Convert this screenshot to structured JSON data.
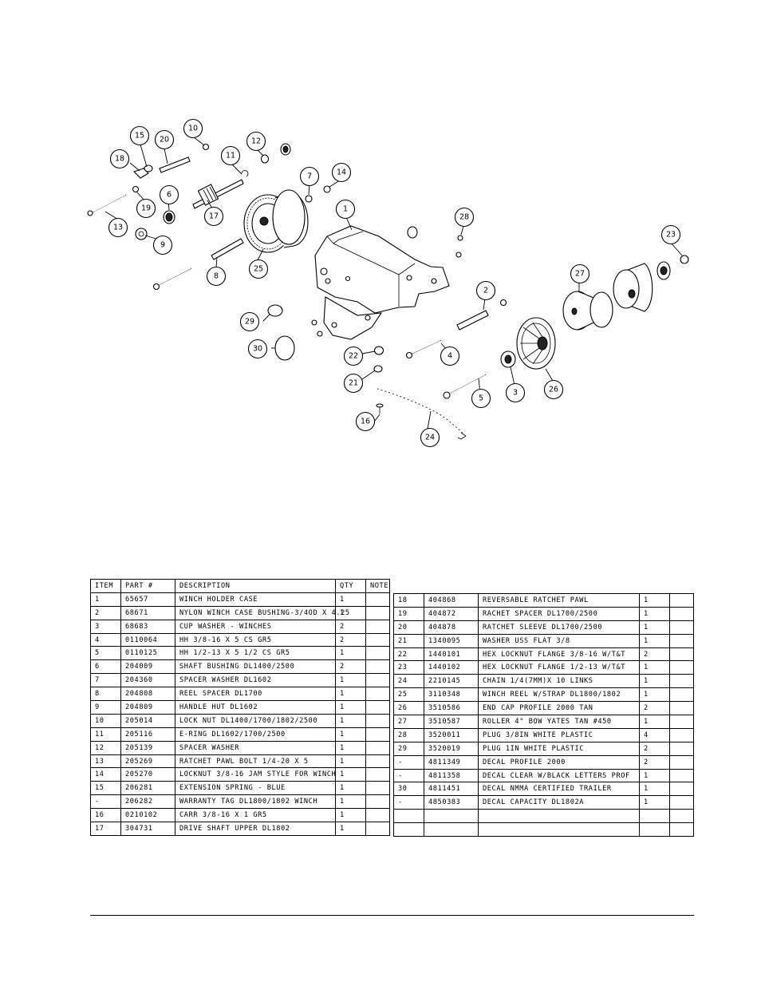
{
  "callouts": [
    "1",
    "2",
    "3",
    "4",
    "5",
    "6",
    "7",
    "8",
    "9",
    "10",
    "11",
    "12",
    "13",
    "14",
    "15",
    "16",
    "17",
    "18",
    "19",
    "20",
    "21",
    "22",
    "23",
    "24",
    "25",
    "26",
    "27",
    "28",
    "29",
    "30"
  ],
  "table_left": {
    "headers": [
      "ITEM",
      "PART #",
      "DESCRIPTION",
      "QTY",
      "NOTE"
    ],
    "rows": [
      [
        "1",
        "65657",
        "WINCH HOLDER CASE",
        "1",
        ""
      ],
      [
        "2",
        "68671",
        "NYLON WINCH CASE BUSHING-3/4OD X 4.25",
        "1",
        ""
      ],
      [
        "3",
        "68683",
        "CUP WASHER - WINCHES",
        "2",
        ""
      ],
      [
        "4",
        "0110064",
        "HH 3/8-16 X 5 CS GR5",
        "2",
        ""
      ],
      [
        "5",
        "0110125",
        "HH 1/2-13 X 5 1/2 CS GR5",
        "1",
        ""
      ],
      [
        "6",
        "204009",
        "SHAFT BUSHING DL1400/2500",
        "2",
        ""
      ],
      [
        "7",
        "204360",
        "SPACER WASHER DL1602",
        "1",
        ""
      ],
      [
        "8",
        "204808",
        "REEL SPACER DL1700",
        "1",
        ""
      ],
      [
        "9",
        "204809",
        "HANDLE HUT DL1602",
        "1",
        ""
      ],
      [
        "10",
        "205014",
        "LOCK NUT DL1400/1700/1802/2500",
        "1",
        ""
      ],
      [
        "11",
        "205116",
        "E-RING DL1602/1700/2500",
        "1",
        ""
      ],
      [
        "12",
        "205139",
        "SPACER WASHER",
        "1",
        ""
      ],
      [
        "13",
        "205269",
        "RATCHET PAWL BOLT 1/4-20 X 5",
        "1",
        ""
      ],
      [
        "14",
        "205270",
        "LOCKNUT 3/8-16 JAM STYLE FOR WINCH",
        "1",
        ""
      ],
      [
        "15",
        "206281",
        "EXTENSION SPRING - BLUE",
        "1",
        ""
      ],
      [
        "-",
        "206282",
        "WARRANTY TAG DL1800/1802 WINCH",
        "1",
        ""
      ],
      [
        "16",
        "0210102",
        "CARR 3/8-16 X 1 GR5",
        "1",
        ""
      ],
      [
        "17",
        "304731",
        "DRIVE SHAFT UPPER DL1802",
        "1",
        ""
      ]
    ]
  },
  "table_right": {
    "rows": [
      [
        "18",
        "404868",
        "REVERSABLE RATCHET PAWL",
        "1",
        ""
      ],
      [
        "19",
        "404872",
        "RACHET SPACER DL1700/2500",
        "1",
        ""
      ],
      [
        "20",
        "404878",
        "RATCHET SLEEVE DL1700/2500",
        "1",
        ""
      ],
      [
        "21",
        "1340095",
        "WASHER USS FLAT 3/8",
        "1",
        ""
      ],
      [
        "22",
        "1440101",
        "HEX LOCKNUT FLANGE 3/8-16 W/T&T",
        "2",
        ""
      ],
      [
        "23",
        "1440102",
        "HEX LOCKNUT FLANGE 1/2-13 W/T&T",
        "1",
        ""
      ],
      [
        "24",
        "2210145",
        "CHAIN 1/4(7MM)X 10 LINKS",
        "1",
        ""
      ],
      [
        "25",
        "3110348",
        "WINCH REEL W/STRAP DL1800/1802",
        "1",
        ""
      ],
      [
        "26",
        "3510586",
        "END CAP PROFILE 2000 TAN",
        "2",
        ""
      ],
      [
        "27",
        "3510587",
        "ROLLER 4\" BOW YATES TAN #450",
        "1",
        ""
      ],
      [
        "28",
        "3520011",
        "PLUG 3/8IN WHITE PLASTIC",
        "4",
        ""
      ],
      [
        "29",
        "3520019",
        "PLUG 1IN WHITE PLASTIC",
        "2",
        ""
      ],
      [
        "-",
        "4811349",
        "DECAL PROFILE 2000",
        "2",
        ""
      ],
      [
        "-",
        "4811358",
        "DECAL CLEAR W/BLACK LETTERS PROF",
        "1",
        ""
      ],
      [
        "30",
        "4811451",
        "DECAL NMMA CERTIFIED TRAILER",
        "1",
        ""
      ],
      [
        "-",
        "4850383",
        "DECAL CAPACITY DL1802A",
        "1",
        ""
      ],
      [
        "",
        "",
        "",
        "",
        ""
      ],
      [
        "",
        "",
        "",
        "",
        ""
      ]
    ]
  }
}
